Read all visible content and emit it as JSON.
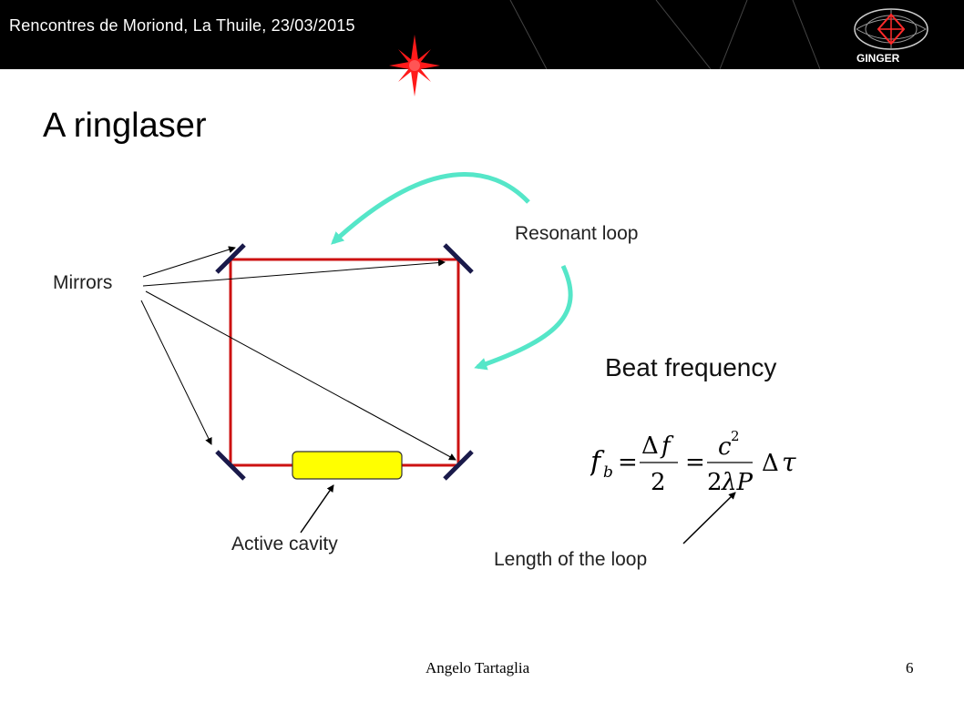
{
  "header": {
    "event": "Rencontres de Moriond, La Thuile, 23/03/2015",
    "logo_text": "GINGER"
  },
  "slide": {
    "title": "A ringlaser"
  },
  "diagram": {
    "labels": {
      "mirrors": "Mirrors",
      "resonant_loop": "Resonant loop",
      "active_cavity": "Active cavity",
      "beat_frequency": "Beat frequency",
      "length_of_loop": "Length of the loop"
    },
    "colors": {
      "loop": "#cc1111",
      "mirror": "#1a1a4a",
      "cavity": "#ffff00",
      "flow_arrow": "#55e6c8",
      "star": "#ff1a1a"
    }
  },
  "footer": {
    "author": "Angelo Tartaglia",
    "page": "6"
  }
}
